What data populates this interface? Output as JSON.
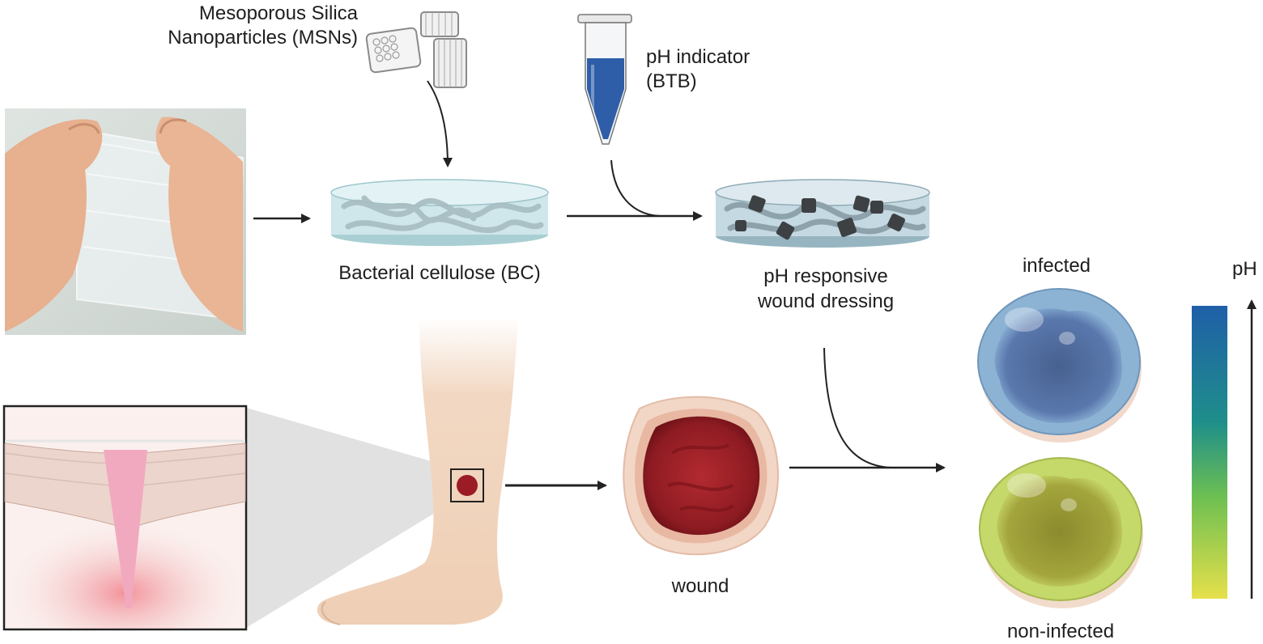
{
  "labels": {
    "msn_line1": "Mesoporous Silica",
    "msn_line2": "Nanoparticles (MSNs)",
    "indicator_line1": "pH indicator",
    "indicator_line2": "(BTB)",
    "bc": "Bacterial cellulose (BC)",
    "dressing_line1": "pH responsive",
    "dressing_line2": "wound dressing",
    "infected": "infected",
    "non_infected": "non-infected",
    "wound": "wound",
    "ph_scale": "pH"
  },
  "colors": {
    "arrow": "#222222",
    "bc_disc": "#cfe6ea",
    "btb_liquid": "#2f5ea8",
    "wound_red": "#a3202a",
    "skin": "#f1d5bd",
    "infected_dish": "#3f5f93",
    "noninfected_dish": "#9aa53a",
    "scale_top": "#1f5fa8",
    "scale_mid": "#2a9a6a",
    "scale_bottom": "#e6e04a"
  }
}
